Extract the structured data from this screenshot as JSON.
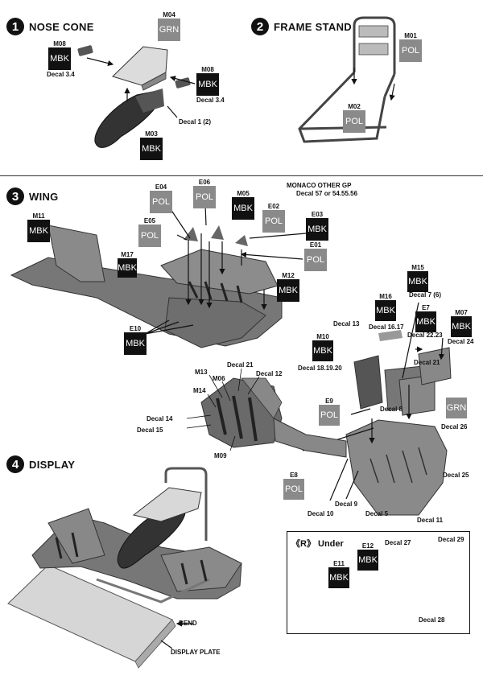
{
  "steps": [
    {
      "num": "1",
      "title": "NOSE CONE"
    },
    {
      "num": "2",
      "title": "FRAME STAND"
    },
    {
      "num": "3",
      "title": "WING"
    },
    {
      "num": "4",
      "title": "DISPLAY"
    }
  ],
  "parts": {
    "m04": {
      "id": "M04",
      "color": "GRN"
    },
    "m08a": {
      "id": "M08",
      "color": "MBK"
    },
    "m08b": {
      "id": "M08",
      "color": "MBK"
    },
    "m03": {
      "id": "M03",
      "color": "MBK"
    },
    "m01": {
      "id": "M01",
      "color": "POL"
    },
    "m02": {
      "id": "M02",
      "color": "POL"
    },
    "m11": {
      "id": "M11",
      "color": "MBK"
    },
    "e04": {
      "id": "E04",
      "color": "POL"
    },
    "e06": {
      "id": "E06",
      "color": "POL"
    },
    "m05": {
      "id": "M05",
      "color": "MBK"
    },
    "e02": {
      "id": "E02",
      "color": "POL"
    },
    "e05": {
      "id": "E05",
      "color": "POL"
    },
    "e03": {
      "id": "E03",
      "color": "MBK"
    },
    "e01": {
      "id": "E01",
      "color": "POL"
    },
    "m17": {
      "id": "M17",
      "color": "MBK"
    },
    "m12": {
      "id": "M12",
      "color": "MBK"
    },
    "e10": {
      "id": "E10",
      "color": "MBK"
    },
    "m15": {
      "id": "M15",
      "color": "MBK"
    },
    "m16": {
      "id": "M16",
      "color": "MBK"
    },
    "e7": {
      "id": "E7",
      "color": "MBK"
    },
    "m07": {
      "id": "M07",
      "color": "MBK"
    },
    "m10": {
      "id": "M10",
      "color": "MBK"
    },
    "e9": {
      "id": "E9",
      "color": "POL"
    },
    "grn": {
      "id": "",
      "color": "GRN"
    },
    "e8": {
      "id": "E8",
      "color": "POL"
    },
    "e12": {
      "id": "E12",
      "color": "MBK"
    },
    "e11": {
      "id": "E11",
      "color": "MBK"
    }
  },
  "labels": {
    "decal_34a": "Decal 3.4",
    "decal_34b": "Decal 3.4",
    "decal_1": "Decal 1 (2)",
    "monaco": "MONACO    OTHER GP",
    "decal_57": "Decal 57 or 54.55.56",
    "decal_7": "Decal 7 (6)",
    "decal_1617": "Decal 16.17",
    "decal_13": "Decal 13",
    "decal_2223": "Decal 22.23",
    "decal_24": "Decal 24",
    "decal_181920": "Decal 18.19.20",
    "decal_21a": "Decal 21",
    "decal_21b": "Decal 21",
    "decal_12": "Decal 12",
    "m13": "M13",
    "m06": "M06",
    "m14": "M14",
    "decal_14": "Decal 14",
    "decal_15": "Decal 15",
    "m09": "M09",
    "decal_8": "Decal 8",
    "decal_26": "Decal 26",
    "decal_25": "Decal 25",
    "decal_9": "Decal 9",
    "decal_10": "Decal 10",
    "decal_5": "Decal 5",
    "decal_11": "Decal 11",
    "bend": "BEND",
    "display_plate": "DISPLAY PLATE",
    "under_title": "《R》 Under",
    "decal_27": "Decal 27",
    "decal_29": "Decal 29",
    "decal_28": "Decal 28"
  }
}
